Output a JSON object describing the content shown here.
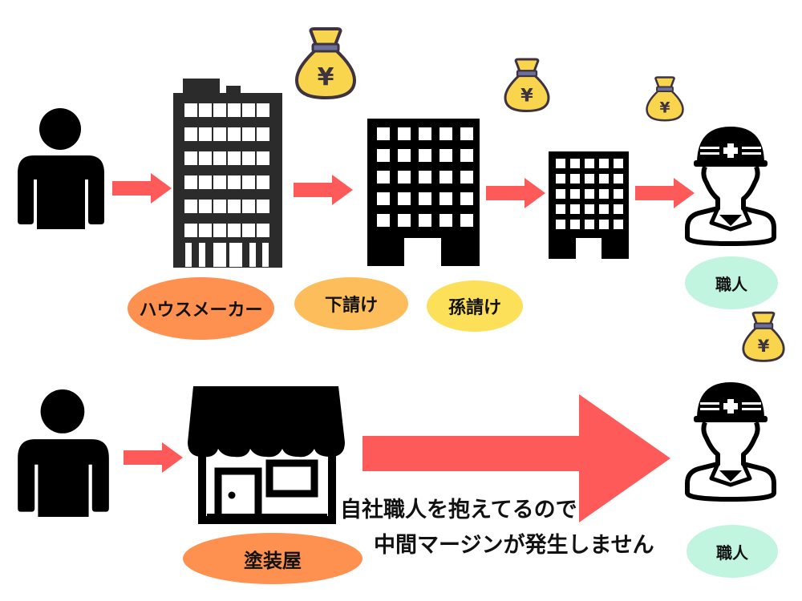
{
  "colors": {
    "arrow": "#fe5a5a",
    "housemaker": "#fe914f",
    "subcontractor": "#fdbd5a",
    "sub_subcontractor": "#fde05a",
    "craftsman": "#c1f5e0",
    "painter": "#fe914f",
    "money_bag": "#f9d54e",
    "money_bag_band": "#6a6f9c",
    "outline": "#3e3340",
    "building_dark": "#2b2b2b",
    "icon": "#000000"
  },
  "top_flow": {
    "customer_icon": "person-icon",
    "nodes": [
      {
        "label": "ハウスメーカー",
        "icon": "tall-office-building-icon"
      },
      {
        "label": "下請け",
        "icon": "office-building-icon"
      },
      {
        "label": "孫請け",
        "icon": "small-office-building-icon"
      },
      {
        "label": "職人",
        "icon": "helmet-worker-icon"
      }
    ],
    "money_bags": [
      "yen-money-bag-icon",
      "yen-money-bag-icon",
      "yen-money-bag-icon"
    ]
  },
  "bottom_flow": {
    "customer_icon": "person-icon",
    "painter_label": "塗装屋",
    "painter_icon": "shop-icon",
    "craftsman_label": "職人",
    "craftsman_icon": "helmet-worker-icon",
    "money_bag": "yen-money-bag-icon",
    "yen_symbol": "¥",
    "note_line1": "自社職人を抱えてるので",
    "note_line2": "中間マージンが発生しません"
  }
}
